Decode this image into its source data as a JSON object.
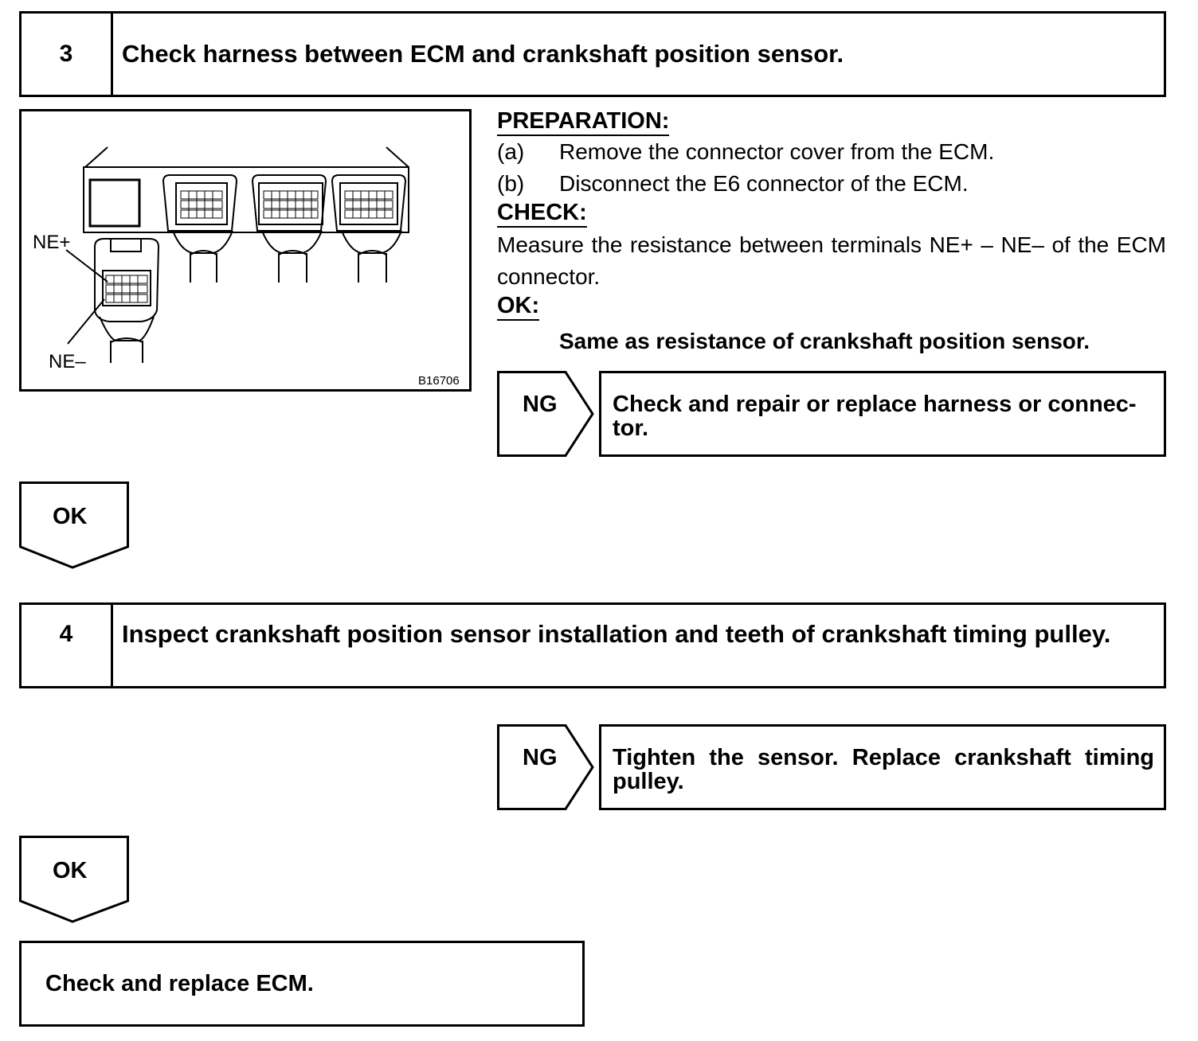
{
  "step3": {
    "number": "3",
    "title": "Check harness between ECM and crankshaft position sensor."
  },
  "figure": {
    "label_ne_plus": "NE+",
    "label_ne_minus": "NE–",
    "figure_id": "B16706"
  },
  "instructions": {
    "preparation_heading": "PREPARATION:",
    "prep_a_marker": "(a)",
    "prep_a_text": "Remove the connector cover from the ECM.",
    "prep_b_marker": "(b)",
    "prep_b_text": "Disconnect the E6 connector of the ECM.",
    "check_heading": "CHECK:",
    "check_text": "Measure the resistance between terminals NE+ – NE– of the ECM connector.",
    "ok_heading": "OK:",
    "ok_text": "Same as resistance of crankshaft position sensor."
  },
  "ng1": {
    "label": "NG",
    "action": "Check and repair or replace harness or connec-\ntor."
  },
  "ok1": {
    "label": "OK"
  },
  "step4": {
    "number": "4",
    "title": "Inspect crankshaft position sensor installation and teeth of crankshaft timing pulley."
  },
  "ng2": {
    "label": "NG",
    "action": "Tighten the sensor. Replace crankshaft timing pulley."
  },
  "ok2": {
    "label": "OK"
  },
  "final": {
    "action": "Check and replace ECM."
  }
}
